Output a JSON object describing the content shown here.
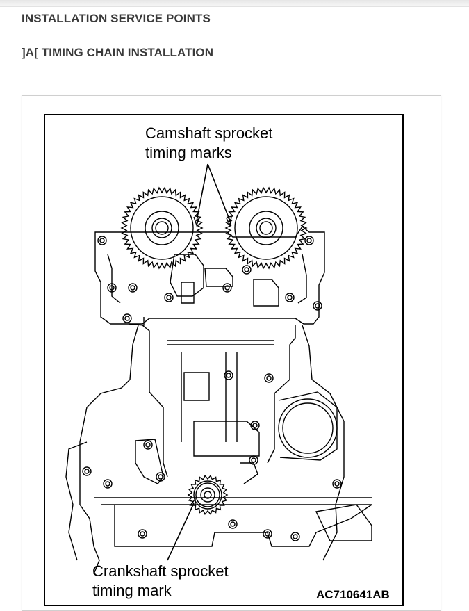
{
  "page": {
    "section_title": "INSTALLATION SERVICE POINTS",
    "step_title": "]A[ TIMING CHAIN INSTALLATION"
  },
  "figure": {
    "callout_camshaft_line1": "Camshaft sprocket",
    "callout_camshaft_line2": "timing marks",
    "callout_crankshaft_line1": "Crankshaft sprocket",
    "callout_crankshaft_line2": "timing mark",
    "figure_id": "AC710641AB"
  },
  "colors": {
    "heading_text": "#3a3a3a",
    "line_art": "#000000"
  }
}
